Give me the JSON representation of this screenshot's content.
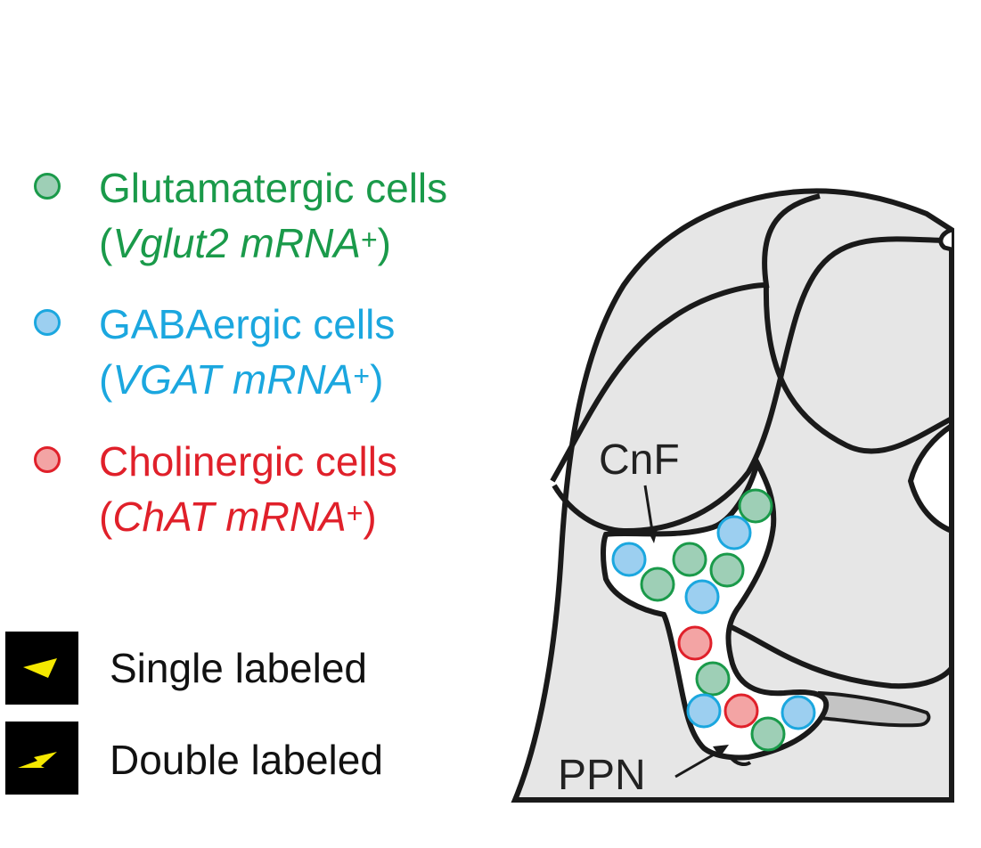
{
  "legend": {
    "glutamatergic": {
      "label": "Glutamatergic cells",
      "marker_open": "(",
      "marker": "Vglut2 mRNA",
      "sup": "+",
      "marker_close": ")",
      "color": "#1a9a4a",
      "fill": "#9ecfb6"
    },
    "gabaergic": {
      "label": "GABAergic cells",
      "marker_open": "(",
      "marker": "VGAT mRNA",
      "sup": "+",
      "marker_close": ")",
      "color": "#1ba7df",
      "fill": "#9ccff0"
    },
    "cholinergic": {
      "label": "Cholinergic cells",
      "marker_open": "(",
      "marker": "ChAT mRNA",
      "sup": "+",
      "marker_close": ")",
      "color": "#e0202a",
      "fill": "#f3a4a4"
    }
  },
  "arrow_key": {
    "single": {
      "label": "Single labeled",
      "arrow_color": "#f5e800"
    },
    "double": {
      "label": "Double labeled",
      "arrow_color": "#f5e800"
    }
  },
  "regions": {
    "cnf": "CnF",
    "ppn": "PPN"
  },
  "colors": {
    "tissue_fill": "#e6e6e6",
    "outline": "#1a1a1a",
    "dark_tissue": "#c4c4c4",
    "nucleus_fill": "#ffffff"
  }
}
